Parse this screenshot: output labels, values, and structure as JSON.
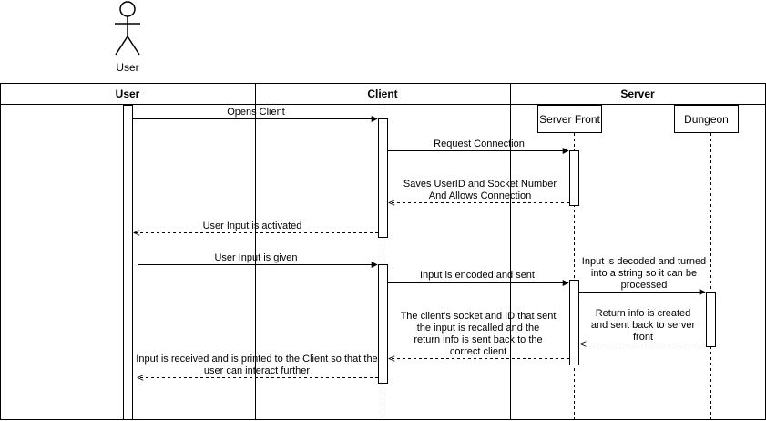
{
  "actor": {
    "label": "User"
  },
  "lanes": [
    {
      "title": "User"
    },
    {
      "title": "Client"
    },
    {
      "title": "Server"
    }
  ],
  "lifelines": {
    "server_front": "Server Front",
    "dungeon": "Dungeon"
  },
  "messages": {
    "opens_client": "Opens Client",
    "request_connection": "Request Connection",
    "saves_userid_line1": "Saves UserID and Socket Number",
    "saves_userid_line2": "And Allows Connection",
    "input_activated": "User Input is activated",
    "input_given": "User Input is given",
    "input_encoded": "Input is encoded and sent",
    "decoded_line1": "Input is decoded and turned",
    "decoded_line2": "into a string so it can be",
    "decoded_line3": "processed",
    "return_line1": "Return info is created",
    "return_line2": "and sent back to server",
    "return_line3": "front",
    "recalled_line1": "The client's socket and ID that sent",
    "recalled_line2": "the input is recalled and the",
    "recalled_line3": "return info is sent back to the",
    "recalled_line4": "correct client",
    "received_line1": "Input is received and is printed to the Client so that the",
    "received_line2": "user can interact further"
  }
}
